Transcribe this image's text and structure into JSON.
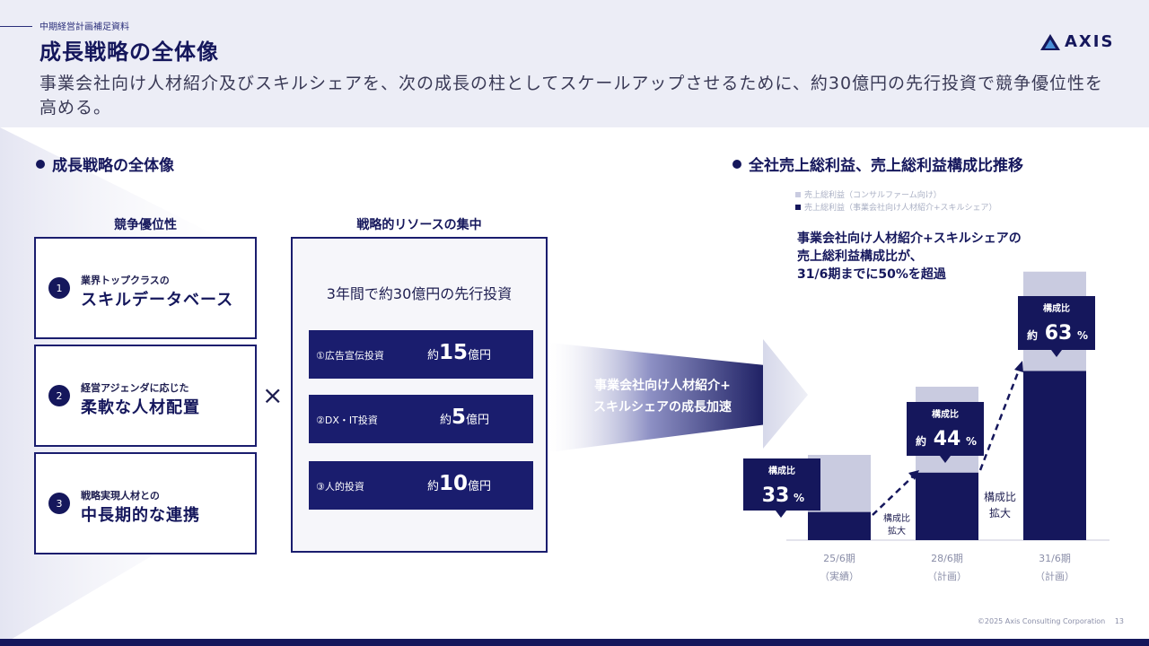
{
  "header": {
    "label": "中期経営計画補足資料",
    "title": "成長戦略の全体像",
    "lead": "事業会社向け人材紹介及びスキルシェアを、次の成長の柱としてスケールアップさせるために、約30億円の先行投資で競争優位性を高める。",
    "logo_text": "AXIS",
    "logo_icon": "axis-mountain-icon"
  },
  "left": {
    "section_title": "成長戦略の全体像",
    "advantage_header": "競争優位性",
    "resource_header": "戦略的リソースの集中",
    "advantages": [
      {
        "num": "1",
        "small": "業界トップクラスの",
        "big": "スキルデータベース"
      },
      {
        "num": "2",
        "small": "経営アジェンダに応じた",
        "big": "柔軟な人材配置"
      },
      {
        "num": "3",
        "small": "戦略実現人材との",
        "big": "中長期的な連携"
      }
    ],
    "times": "×",
    "resource_title": "3年間で約30億円の先行投資",
    "investments": [
      {
        "label": "①広告宣伝投資",
        "prefix": "約",
        "amount": "15",
        "unit": "億円"
      },
      {
        "label": "②DX・IT投資",
        "prefix": "約",
        "amount": "5",
        "unit": "億円"
      },
      {
        "label": "③人的投資",
        "prefix": "約",
        "amount": "10",
        "unit": "億円"
      }
    ],
    "accel_line1": "事業会社向け人材紹介+",
    "accel_line2": "スキルシェアの成長加速"
  },
  "right": {
    "section_title": "全社売上総利益、売上総利益構成比推移",
    "legend": [
      {
        "label": "売上総利益（コンサルファーム向け）",
        "color": "#c9cbe0"
      },
      {
        "label": "売上総利益（事業会社向け人材紹介+スキルシェア）",
        "color": "#15175c"
      }
    ],
    "callout_lines": [
      "事業会社向け人材紹介+スキルシェアの",
      "売上総利益構成比が、",
      "31/6期までに50%を超過"
    ]
  },
  "chart_data": {
    "type": "bar",
    "stacked": true,
    "categories": [
      "25/6期",
      "28/6期",
      "31/6期"
    ],
    "category_sublabels": [
      "（実績）",
      "（計画）",
      "（計画）"
    ],
    "series": [
      {
        "name": "売上総利益（事業会社向け人材紹介+スキルシェア）",
        "values": [
          33,
          44,
          63
        ]
      },
      {
        "name": "売上総利益（コンサルファーム向け）",
        "values": [
          67,
          56,
          37
        ]
      }
    ],
    "totals": [
      100,
      180,
      315
    ],
    "share_label": "構成比",
    "share_prefix": "約",
    "share_unit": "%",
    "share_values": [
      "33",
      "44",
      "63"
    ],
    "share_prefixed": [
      false,
      true,
      true
    ],
    "expand_label": "構成比拡大",
    "colors": {
      "dark": "#15175c",
      "light": "#c9cbe0"
    }
  },
  "footer": {
    "copyright": "©2025 Axis Consulting Corporation",
    "page": "13"
  }
}
